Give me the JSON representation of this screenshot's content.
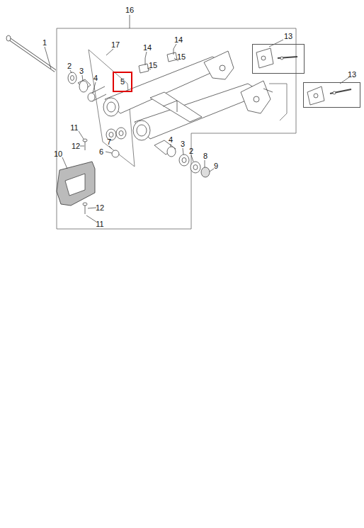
{
  "diagram": {
    "nodes": [
      {
        "text": [
          "13"
        ]
      },
      {
        "text": [
          "13"
        ]
      },
      {
        "text": [
          "5"
        ]
      }
    ],
    "labels": [
      "16",
      "1",
      "17",
      "14",
      "14",
      "15",
      "15",
      "2",
      "3",
      "4",
      "7",
      "11",
      "12",
      "6",
      "10",
      "4",
      "3",
      "2",
      "8",
      "9",
      "12",
      "11"
    ]
  }
}
